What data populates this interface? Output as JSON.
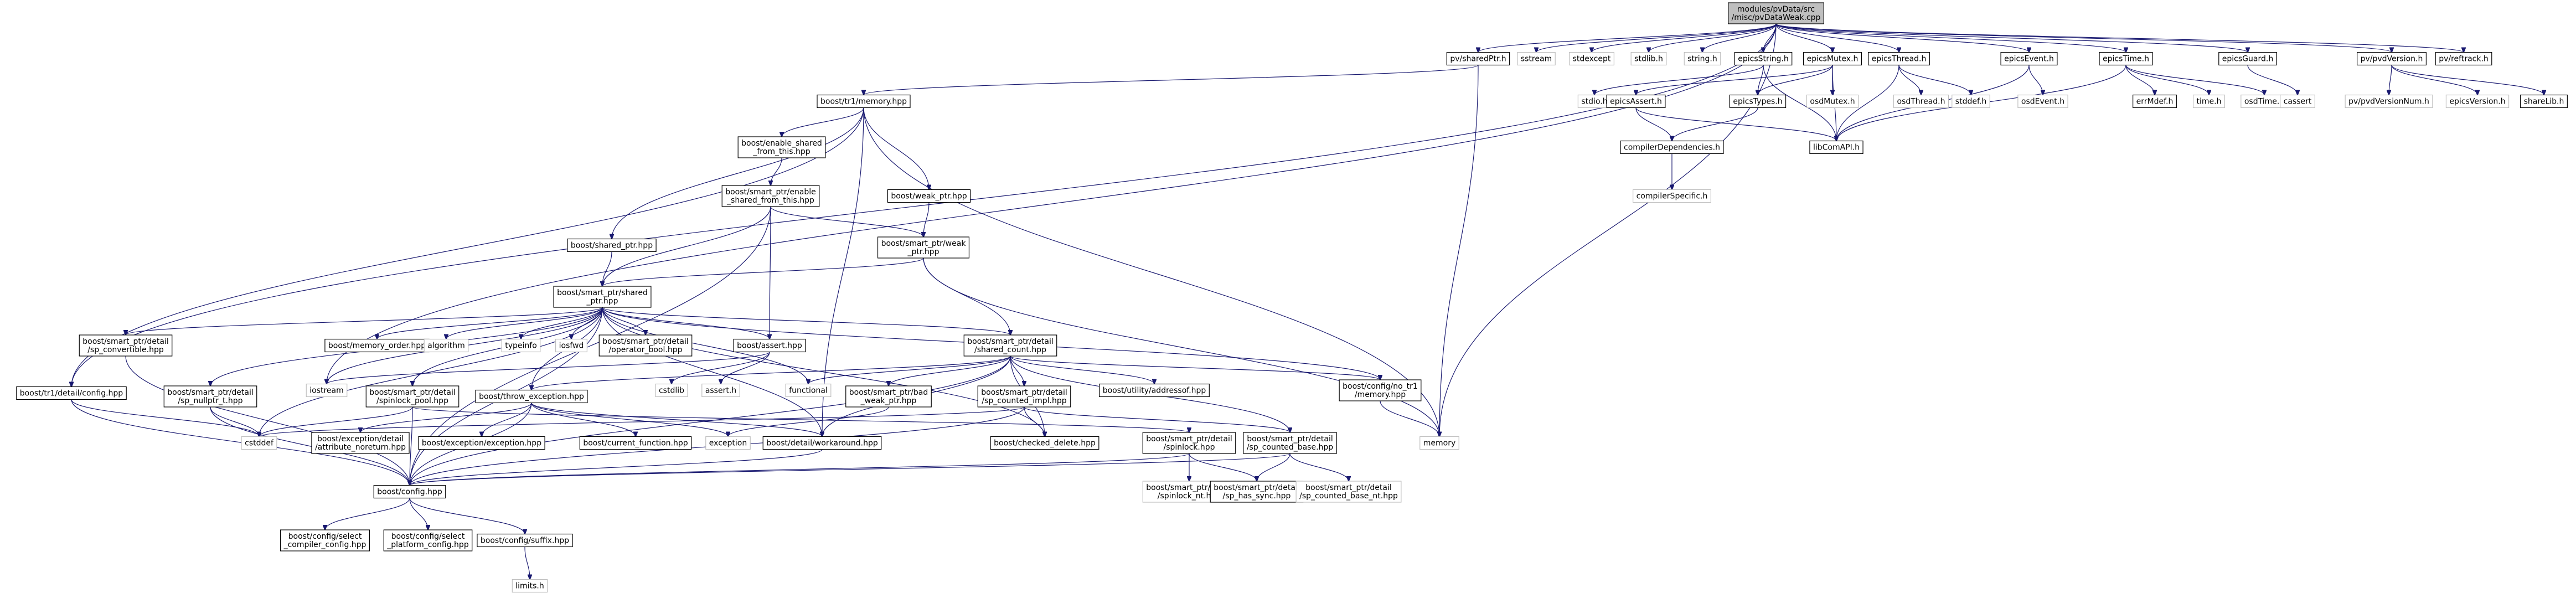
{
  "graph": {
    "nodes": [
      {
        "id": "root",
        "lines": [
          "modules/pvData/src",
          "/misc/pvDataWeak.cpp"
        ],
        "kind": "root"
      },
      {
        "id": "pvSharedPtr",
        "lines": [
          "pv/sharedPtr.h"
        ],
        "kind": "file"
      },
      {
        "id": "sstream",
        "lines": [
          "sstream"
        ],
        "kind": "sys"
      },
      {
        "id": "stdexcept",
        "lines": [
          "stdexcept"
        ],
        "kind": "sys"
      },
      {
        "id": "stdlib",
        "lines": [
          "stdlib.h"
        ],
        "kind": "sys"
      },
      {
        "id": "stringh",
        "lines": [
          "string.h"
        ],
        "kind": "sys"
      },
      {
        "id": "epicsString",
        "lines": [
          "epicsString.h"
        ],
        "kind": "file"
      },
      {
        "id": "epicsMutex",
        "lines": [
          "epicsMutex.h"
        ],
        "kind": "file"
      },
      {
        "id": "epicsThread",
        "lines": [
          "epicsThread.h"
        ],
        "kind": "file"
      },
      {
        "id": "epicsEvent",
        "lines": [
          "epicsEvent.h"
        ],
        "kind": "file"
      },
      {
        "id": "epicsTime",
        "lines": [
          "epicsTime.h"
        ],
        "kind": "file"
      },
      {
        "id": "epicsGuard",
        "lines": [
          "epicsGuard.h"
        ],
        "kind": "file"
      },
      {
        "id": "pvdVersion",
        "lines": [
          "pv/pvdVersion.h"
        ],
        "kind": "file"
      },
      {
        "id": "pvIntrospect",
        "lines": [
          "pv/reftrack.h"
        ],
        "kind": "file"
      },
      {
        "id": "tr1memory",
        "lines": [
          "boost/tr1/memory.hpp"
        ],
        "kind": "file"
      },
      {
        "id": "stdio",
        "lines": [
          "stdio.h"
        ],
        "kind": "sys"
      },
      {
        "id": "epicsAssert",
        "lines": [
          "epicsAssert.h"
        ],
        "kind": "file"
      },
      {
        "id": "epicsTypes",
        "lines": [
          "epicsTypes.h"
        ],
        "kind": "file"
      },
      {
        "id": "osdMutex",
        "lines": [
          "osdMutex.h"
        ],
        "kind": "sys"
      },
      {
        "id": "osdThread",
        "lines": [
          "osdThread.h"
        ],
        "kind": "sys"
      },
      {
        "id": "stddef",
        "lines": [
          "stddef.h"
        ],
        "kind": "sys"
      },
      {
        "id": "osdEvent",
        "lines": [
          "osdEvent.h"
        ],
        "kind": "sys"
      },
      {
        "id": "errMdef",
        "lines": [
          "errMdef.h"
        ],
        "kind": "file"
      },
      {
        "id": "timeh",
        "lines": [
          "time.h"
        ],
        "kind": "sys"
      },
      {
        "id": "osdTime",
        "lines": [
          "osdTime.h"
        ],
        "kind": "sys"
      },
      {
        "id": "cassert",
        "lines": [
          "cassert"
        ],
        "kind": "sys"
      },
      {
        "id": "pvdVersionNum",
        "lines": [
          "pv/pvdVersionNum.h"
        ],
        "kind": "sys"
      },
      {
        "id": "epicsVersion",
        "lines": [
          "epicsVersion.h"
        ],
        "kind": "sys"
      },
      {
        "id": "shareLib",
        "lines": [
          "shareLib.h"
        ],
        "kind": "file"
      },
      {
        "id": "libComAPI",
        "lines": [
          "libComAPI.h"
        ],
        "kind": "file"
      },
      {
        "id": "compilerDep",
        "lines": [
          "compilerDependencies.h"
        ],
        "kind": "file"
      },
      {
        "id": "compilerSpec",
        "lines": [
          "compilerSpecific.h"
        ],
        "kind": "sys"
      },
      {
        "id": "enableShared",
        "lines": [
          "boost/enable_shared",
          "_from_this.hpp"
        ],
        "kind": "file"
      },
      {
        "id": "spEnableShared",
        "lines": [
          "boost/smart_ptr/enable",
          "_shared_from_this.hpp"
        ],
        "kind": "file"
      },
      {
        "id": "weakPtr",
        "lines": [
          "boost/weak_ptr.hpp"
        ],
        "kind": "file"
      },
      {
        "id": "sharedPtrHpp",
        "lines": [
          "boost/shared_ptr.hpp"
        ],
        "kind": "file"
      },
      {
        "id": "spWeakPtr",
        "lines": [
          "boost/smart_ptr/weak",
          "_ptr.hpp"
        ],
        "kind": "file"
      },
      {
        "id": "spSharedPtr",
        "lines": [
          "boost/smart_ptr/shared",
          "_ptr.hpp"
        ],
        "kind": "file"
      },
      {
        "id": "spConvertible",
        "lines": [
          "boost/smart_ptr/detail",
          "/sp_convertible.hpp"
        ],
        "kind": "file"
      },
      {
        "id": "memoryOrder",
        "lines": [
          "boost/memory_order.hpp"
        ],
        "kind": "file"
      },
      {
        "id": "algorithm",
        "lines": [
          "algorithm"
        ],
        "kind": "sys"
      },
      {
        "id": "typeinfo",
        "lines": [
          "typeinfo"
        ],
        "kind": "sys"
      },
      {
        "id": "iosfwd",
        "lines": [
          "iosfwd"
        ],
        "kind": "sys"
      },
      {
        "id": "operatorBool",
        "lines": [
          "boost/smart_ptr/detail",
          "/operator_bool.hpp"
        ],
        "kind": "file"
      },
      {
        "id": "assertHpp",
        "lines": [
          "boost/assert.hpp"
        ],
        "kind": "file"
      },
      {
        "id": "sharedCount",
        "lines": [
          "boost/smart_ptr/detail",
          "/shared_count.hpp"
        ],
        "kind": "file"
      },
      {
        "id": "configTr1",
        "lines": [
          "boost/config/no_tr1",
          "/memory.hpp"
        ],
        "kind": "file"
      },
      {
        "id": "tr1Config",
        "lines": [
          "boost/tr1/detail/config.hpp"
        ],
        "kind": "file"
      },
      {
        "id": "spNullptr",
        "lines": [
          "boost/smart_ptr/detail",
          "/sp_nullptr_t.hpp"
        ],
        "kind": "file"
      },
      {
        "id": "spinlockPool",
        "lines": [
          "boost/smart_ptr/detail",
          "/spinlock_pool.hpp"
        ],
        "kind": "file"
      },
      {
        "id": "throwException",
        "lines": [
          "boost/throw_exception.hpp"
        ],
        "kind": "file"
      },
      {
        "id": "cstdlib",
        "lines": [
          "cstdlib"
        ],
        "kind": "sys"
      },
      {
        "id": "asserth",
        "lines": [
          "assert.h"
        ],
        "kind": "sys"
      },
      {
        "id": "functional",
        "lines": [
          "functional"
        ],
        "kind": "sys"
      },
      {
        "id": "badWeak",
        "lines": [
          "boost/smart_ptr/bad",
          "_weak_ptr.hpp"
        ],
        "kind": "file"
      },
      {
        "id": "countedImpl",
        "lines": [
          "boost/smart_ptr/detail",
          "/sp_counted_impl.hpp"
        ],
        "kind": "file"
      },
      {
        "id": "addressof",
        "lines": [
          "boost/utility/addressof.hpp"
        ],
        "kind": "file"
      },
      {
        "id": "memory",
        "lines": [
          "memory"
        ],
        "kind": "sys"
      },
      {
        "id": "istream",
        "lines": [
          "iostream"
        ],
        "kind": "sys"
      },
      {
        "id": "cstddef",
        "lines": [
          "cstddef"
        ],
        "kind": "sys"
      },
      {
        "id": "attrNoreturn",
        "lines": [
          "boost/exception/detail",
          "/attribute_noreturn.hpp"
        ],
        "kind": "file"
      },
      {
        "id": "exceptionHpp",
        "lines": [
          "boost/exception/exception.hpp"
        ],
        "kind": "file"
      },
      {
        "id": "currentFunction",
        "lines": [
          "boost/current_function.hpp"
        ],
        "kind": "file"
      },
      {
        "id": "exception",
        "lines": [
          "exception"
        ],
        "kind": "sys"
      },
      {
        "id": "workaround",
        "lines": [
          "boost/detail/workaround.hpp"
        ],
        "kind": "file"
      },
      {
        "id": "checkedDelete",
        "lines": [
          "boost/checked_delete.hpp"
        ],
        "kind": "file"
      },
      {
        "id": "spinlock",
        "lines": [
          "boost/smart_ptr/detail",
          "/spinlock.hpp"
        ],
        "kind": "file"
      },
      {
        "id": "countedBase",
        "lines": [
          "boost/smart_ptr/detail",
          "/sp_counted_base.hpp"
        ],
        "kind": "file"
      },
      {
        "id": "configHpp",
        "lines": [
          "boost/config.hpp"
        ],
        "kind": "file"
      },
      {
        "id": "spinlockNt",
        "lines": [
          "boost/smart_ptr/detail",
          "/spinlock_nt.hpp"
        ],
        "kind": "sys"
      },
      {
        "id": "spHasSync",
        "lines": [
          "boost/smart_ptr/detail",
          "/sp_has_sync.hpp"
        ],
        "kind": "file"
      },
      {
        "id": "countedBaseNt",
        "lines": [
          "boost/smart_ptr/detail",
          "/sp_counted_base_nt.hpp"
        ],
        "kind": "sys"
      },
      {
        "id": "selectCompiler",
        "lines": [
          "boost/config/select",
          "_compiler_config.hpp"
        ],
        "kind": "file"
      },
      {
        "id": "selectPlatform",
        "lines": [
          "boost/config/select",
          "_platform_config.hpp"
        ],
        "kind": "file"
      },
      {
        "id": "suffix",
        "lines": [
          "boost/config/suffix.hpp"
        ],
        "kind": "file"
      },
      {
        "id": "limits",
        "lines": [
          "limits.h"
        ],
        "kind": "sys"
      }
    ],
    "edges": [
      [
        "root",
        "pvSharedPtr"
      ],
      [
        "root",
        "sstream"
      ],
      [
        "root",
        "stdexcept"
      ],
      [
        "root",
        "stdlib"
      ],
      [
        "root",
        "stringh"
      ],
      [
        "root",
        "epicsString"
      ],
      [
        "root",
        "epicsMutex"
      ],
      [
        "root",
        "epicsThread"
      ],
      [
        "root",
        "epicsEvent"
      ],
      [
        "root",
        "epicsTime"
      ],
      [
        "root",
        "epicsGuard"
      ],
      [
        "root",
        "pvdVersion"
      ],
      [
        "root",
        "pvIntrospect"
      ],
      [
        "root",
        "memory"
      ],
      [
        "root",
        "tr1Config"
      ],
      [
        "root",
        "istream"
      ],
      [
        "pvSharedPtr",
        "tr1memory"
      ],
      [
        "pvSharedPtr",
        "memory"
      ],
      [
        "epicsString",
        "stdio"
      ],
      [
        "epicsString",
        "epicsTypes"
      ],
      [
        "epicsString",
        "libComAPI"
      ],
      [
        "epicsMutex",
        "epicsAssert"
      ],
      [
        "epicsMutex",
        "osdMutex"
      ],
      [
        "epicsMutex",
        "libComAPI"
      ],
      [
        "epicsMutex",
        "epicsTypes"
      ],
      [
        "epicsThread",
        "osdThread"
      ],
      [
        "epicsThread",
        "stddef"
      ],
      [
        "epicsThread",
        "libComAPI"
      ],
      [
        "epicsEvent",
        "osdEvent"
      ],
      [
        "epicsEvent",
        "libComAPI"
      ],
      [
        "epicsTime",
        "errMdef"
      ],
      [
        "epicsTime",
        "timeh"
      ],
      [
        "epicsTime",
        "osdTime"
      ],
      [
        "epicsTime",
        "libComAPI"
      ],
      [
        "epicsGuard",
        "cassert"
      ],
      [
        "pvdVersion",
        "pvdVersionNum"
      ],
      [
        "pvdVersion",
        "epicsVersion"
      ],
      [
        "pvdVersion",
        "shareLib"
      ],
      [
        "epicsAssert",
        "compilerDep"
      ],
      [
        "epicsAssert",
        "libComAPI"
      ],
      [
        "epicsTypes",
        "compilerDep"
      ],
      [
        "compilerDep",
        "compilerSpec"
      ],
      [
        "tr1memory",
        "enableShared"
      ],
      [
        "tr1memory",
        "weakPtr"
      ],
      [
        "tr1memory",
        "sharedPtrHpp"
      ],
      [
        "tr1memory",
        "memory"
      ],
      [
        "tr1memory",
        "tr1Config"
      ],
      [
        "tr1memory",
        "workaround"
      ],
      [
        "enableShared",
        "spEnableShared"
      ],
      [
        "spEnableShared",
        "spWeakPtr"
      ],
      [
        "spEnableShared",
        "spSharedPtr"
      ],
      [
        "spEnableShared",
        "assertHpp"
      ],
      [
        "spEnableShared",
        "configHpp"
      ],
      [
        "weakPtr",
        "spWeakPtr"
      ],
      [
        "sharedPtrHpp",
        "spSharedPtr"
      ],
      [
        "spWeakPtr",
        "memory"
      ],
      [
        "spWeakPtr",
        "sharedCount"
      ],
      [
        "spWeakPtr",
        "spSharedPtr"
      ],
      [
        "spSharedPtr",
        "spConvertible"
      ],
      [
        "spSharedPtr",
        "memoryOrder"
      ],
      [
        "spSharedPtr",
        "algorithm"
      ],
      [
        "spSharedPtr",
        "typeinfo"
      ],
      [
        "spSharedPtr",
        "iosfwd"
      ],
      [
        "spSharedPtr",
        "operatorBool"
      ],
      [
        "spSharedPtr",
        "assertHpp"
      ],
      [
        "spSharedPtr",
        "sharedCount"
      ],
      [
        "spSharedPtr",
        "configTr1"
      ],
      [
        "spSharedPtr",
        "spNullptr"
      ],
      [
        "spSharedPtr",
        "spinlockPool"
      ],
      [
        "spSharedPtr",
        "throwException"
      ],
      [
        "spSharedPtr",
        "istream"
      ],
      [
        "spSharedPtr",
        "cstddef"
      ],
      [
        "spSharedPtr",
        "functional"
      ],
      [
        "spSharedPtr",
        "configHpp"
      ],
      [
        "spSharedPtr",
        "workaround"
      ],
      [
        "spSharedPtr",
        "checkedDelete"
      ],
      [
        "spConvertible",
        "configHpp"
      ],
      [
        "assertHpp",
        "cstdlib"
      ],
      [
        "assertHpp",
        "asserth"
      ],
      [
        "assertHpp",
        "istream"
      ],
      [
        "sharedCount",
        "badWeak"
      ],
      [
        "sharedCount",
        "countedImpl"
      ],
      [
        "sharedCount",
        "addressof"
      ],
      [
        "sharedCount",
        "countedBase"
      ],
      [
        "sharedCount",
        "functional"
      ],
      [
        "sharedCount",
        "configHpp"
      ],
      [
        "sharedCount",
        "checkedDelete"
      ],
      [
        "sharedCount",
        "throwException"
      ],
      [
        "sharedCount",
        "workaround"
      ],
      [
        "sharedCount",
        "configTr1"
      ],
      [
        "configTr1",
        "memory"
      ],
      [
        "tr1Config",
        "cstddef"
      ],
      [
        "tr1Config",
        "configHpp"
      ],
      [
        "spNullptr",
        "cstddef"
      ],
      [
        "spNullptr",
        "configHpp"
      ],
      [
        "spinlockPool",
        "spinlock"
      ],
      [
        "spinlockPool",
        "cstddef"
      ],
      [
        "spinlockPool",
        "configHpp"
      ],
      [
        "throwException",
        "attrNoreturn"
      ],
      [
        "throwException",
        "exceptionHpp"
      ],
      [
        "throwException",
        "currentFunction"
      ],
      [
        "throwException",
        "exception"
      ],
      [
        "throwException",
        "workaround"
      ],
      [
        "throwException",
        "configHpp"
      ],
      [
        "badWeak",
        "exception"
      ],
      [
        "countedImpl",
        "checkedDelete"
      ],
      [
        "countedImpl",
        "countedBase"
      ],
      [
        "countedImpl",
        "cstddef"
      ],
      [
        "countedImpl",
        "configHpp"
      ],
      [
        "workaround",
        "configHpp"
      ],
      [
        "spinlock",
        "spinlockNt"
      ],
      [
        "spinlock",
        "spHasSync"
      ],
      [
        "spinlock",
        "configHpp"
      ],
      [
        "countedBase",
        "spHasSync"
      ],
      [
        "countedBase",
        "countedBaseNt"
      ],
      [
        "countedBase",
        "configHpp"
      ],
      [
        "configHpp",
        "selectCompiler"
      ],
      [
        "configHpp",
        "selectPlatform"
      ],
      [
        "configHpp",
        "suffix"
      ],
      [
        "suffix",
        "limits"
      ]
    ]
  }
}
